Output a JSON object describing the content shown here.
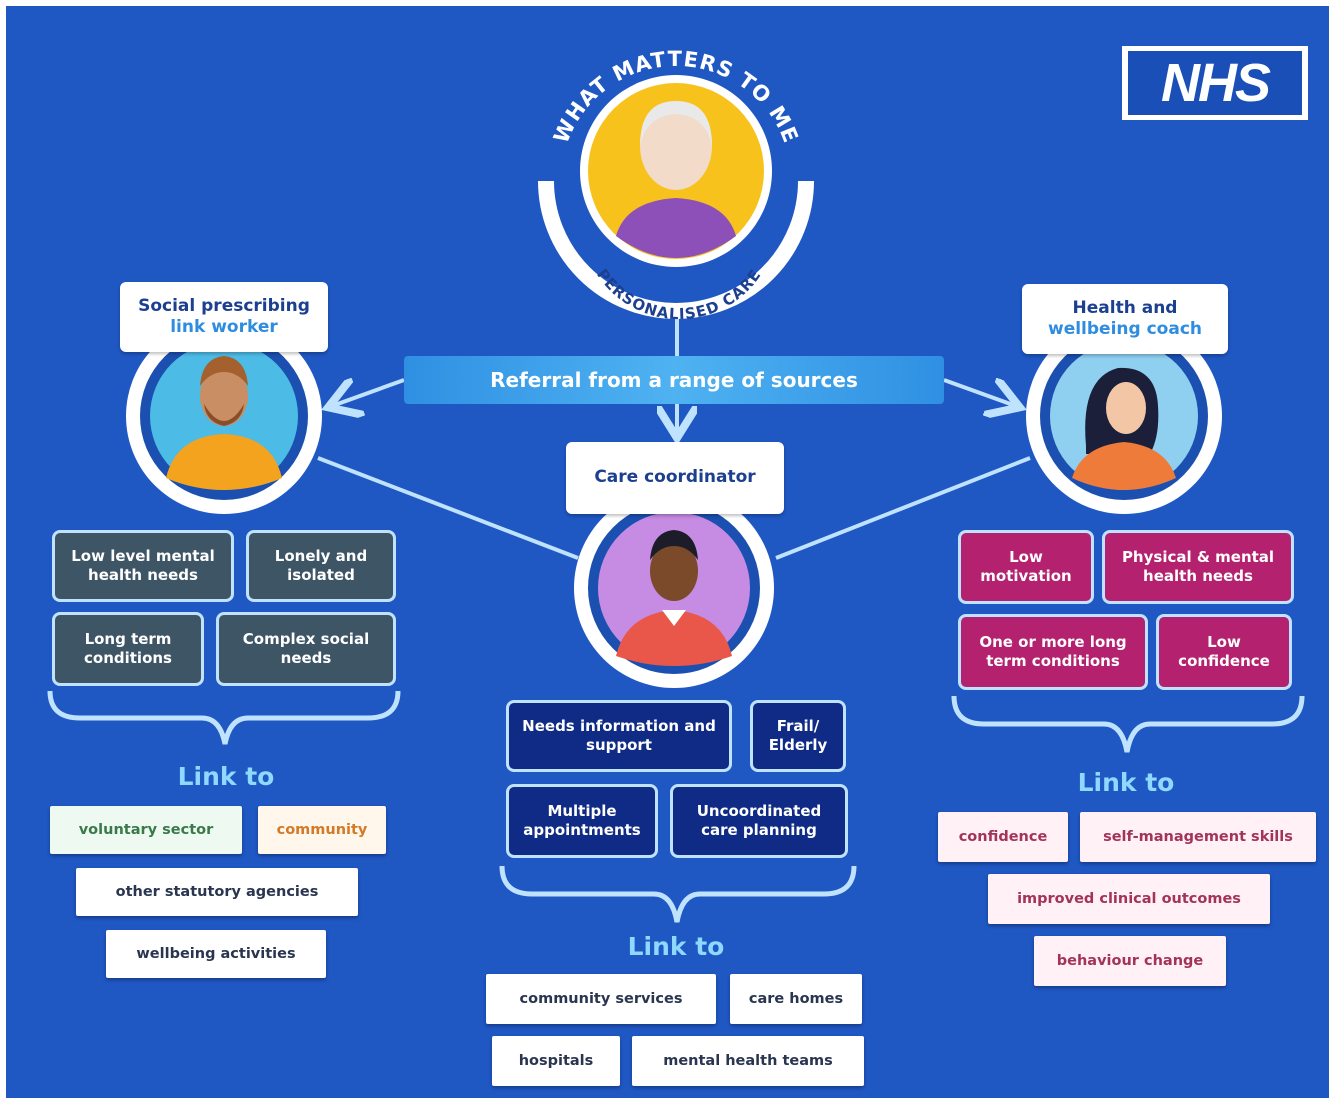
{
  "logo": {
    "text": "NHS"
  },
  "hub": {
    "top_arc_text": "WHAT MATTERS TO ME",
    "bottom_arc_text": "PERSONALISED CARE"
  },
  "referral_banner": "Referral from a range of sources",
  "left": {
    "role_line1": "Social prescribing",
    "role_line2": "link worker",
    "needs": [
      "Low level mental health needs",
      "Lonely and isolated",
      "Long term conditions",
      "Complex social needs"
    ],
    "link_title": "Link to",
    "links": [
      "voluntary sector",
      "community",
      "other statutory agencies",
      "wellbeing activities"
    ]
  },
  "center": {
    "role": "Care coordinator",
    "needs": [
      "Needs information and support",
      "Frail/ Elderly",
      "Multiple appointments",
      "Uncoordinated care planning"
    ],
    "link_title": "Link to",
    "links": [
      "community services",
      "care homes",
      "hospitals",
      "mental health teams"
    ]
  },
  "right": {
    "role_line1": "Health and",
    "role_line2": "wellbeing coach",
    "needs": [
      "Low motivation",
      "Physical & mental health needs",
      "One or more long term conditions",
      "Low confidence"
    ],
    "link_title": "Link to",
    "links": [
      "confidence",
      "self-management skills",
      "improved clinical outcomes",
      "behaviour change"
    ]
  },
  "colors": {
    "background": "#1f57c3",
    "left_needs": "#3e5566",
    "center_needs": "#102b86",
    "right_needs": "#b4216e",
    "link_title": "#8fd8ff"
  }
}
